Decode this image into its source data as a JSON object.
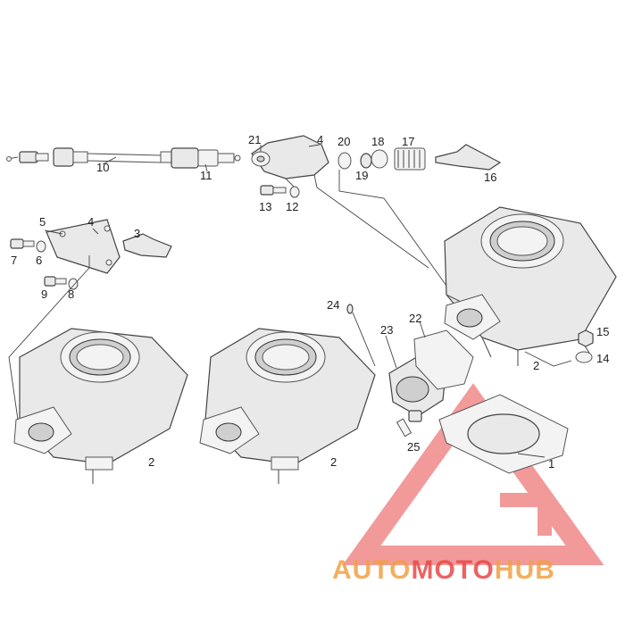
{
  "diagram": {
    "callouts": [
      {
        "id": "c10",
        "label": "10"
      },
      {
        "id": "c11",
        "label": "11"
      },
      {
        "id": "c21",
        "label": "21"
      },
      {
        "id": "c4a",
        "label": "4"
      },
      {
        "id": "c20",
        "label": "20"
      },
      {
        "id": "c18",
        "label": "18"
      },
      {
        "id": "c17",
        "label": "17"
      },
      {
        "id": "c19",
        "label": "19"
      },
      {
        "id": "c16",
        "label": "16"
      },
      {
        "id": "c13",
        "label": "13"
      },
      {
        "id": "c12",
        "label": "12"
      },
      {
        "id": "c5",
        "label": "5"
      },
      {
        "id": "c4b",
        "label": "4"
      },
      {
        "id": "c3",
        "label": "3"
      },
      {
        "id": "c7",
        "label": "7"
      },
      {
        "id": "c6",
        "label": "6"
      },
      {
        "id": "c9",
        "label": "9"
      },
      {
        "id": "c8",
        "label": "8"
      },
      {
        "id": "c24",
        "label": "24"
      },
      {
        "id": "c22",
        "label": "22"
      },
      {
        "id": "c23",
        "label": "23"
      },
      {
        "id": "c15",
        "label": "15"
      },
      {
        "id": "c14",
        "label": "14"
      },
      {
        "id": "c2a",
        "label": "2"
      },
      {
        "id": "c2b",
        "label": "2"
      },
      {
        "id": "c2c",
        "label": "2"
      },
      {
        "id": "c25",
        "label": "25"
      },
      {
        "id": "c1",
        "label": "1"
      }
    ]
  },
  "watermark": {
    "part1": "AUTO",
    "part2": "MOTO",
    "part3": "HUB",
    "color_primary": "#f0a044",
    "color_accent": "#e84848"
  }
}
